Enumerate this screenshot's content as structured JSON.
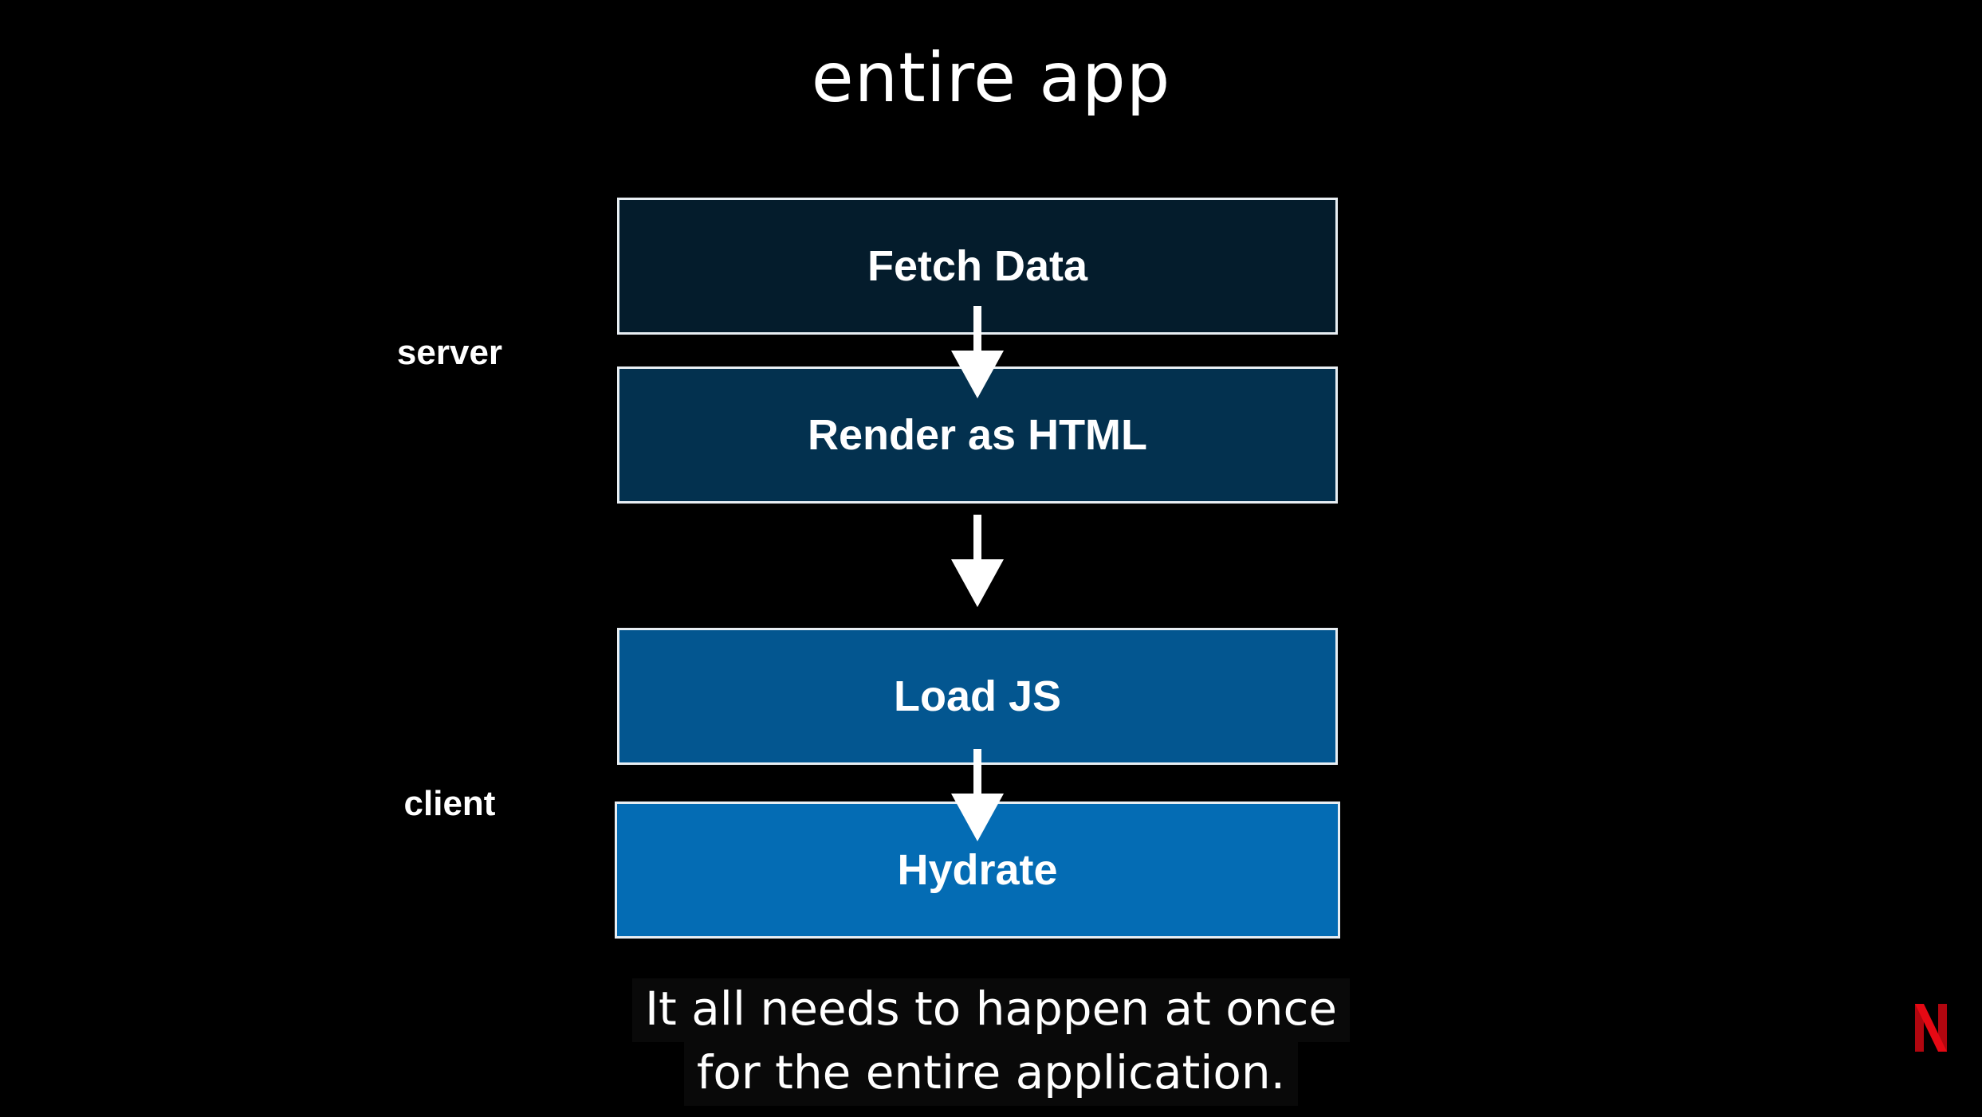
{
  "slide": {
    "title": "entire app"
  },
  "labels": {
    "server": "server",
    "client": "client"
  },
  "steps": [
    {
      "label": "Fetch Data",
      "color": "#041c2c"
    },
    {
      "label": "Render as HTML",
      "color": "#03314f"
    },
    {
      "label": "Load JS",
      "color": "#035690"
    },
    {
      "label": "Hydrate",
      "color": "#046cb4"
    }
  ],
  "caption": {
    "line1": "It all needs to happen at once",
    "line2": "for the entire application."
  },
  "colors": {
    "background": "#000000",
    "box_border": "#e8eef3",
    "arrow": "#ffffff",
    "brand_red": "#e50914"
  },
  "icons": {
    "brand": "netflix-logo"
  }
}
